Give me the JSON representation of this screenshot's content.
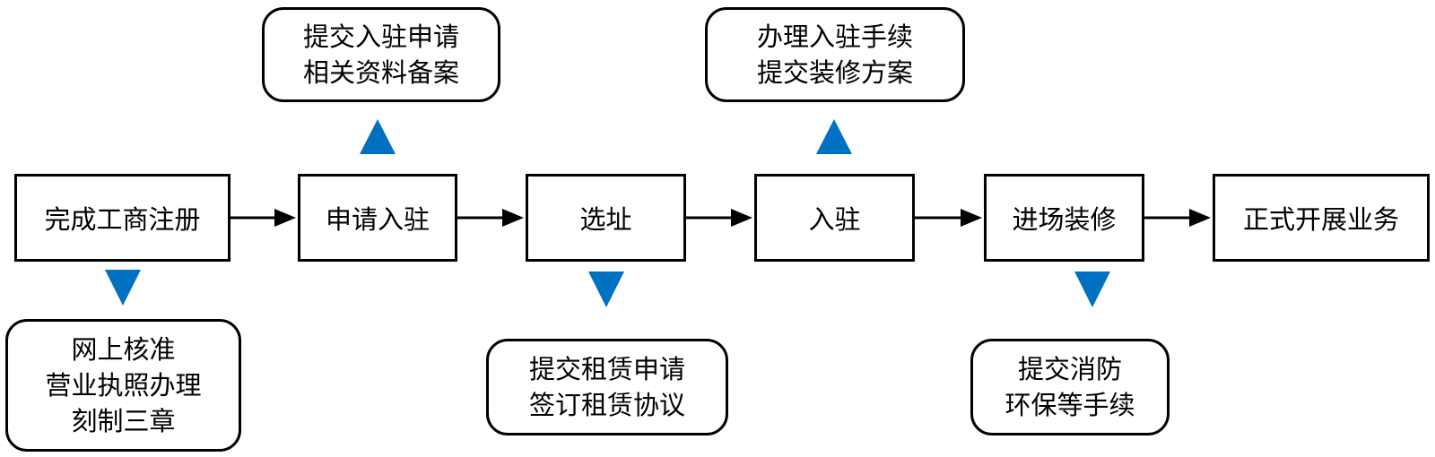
{
  "colors": {
    "line": "#000000",
    "indicator": "#0070C0"
  },
  "steps": [
    {
      "label": "完成工商注册"
    },
    {
      "label": "申请入驻"
    },
    {
      "label": "选址"
    },
    {
      "label": "入驻"
    },
    {
      "label": "进场装修"
    },
    {
      "label": "正式开展业务"
    }
  ],
  "notes": [
    {
      "lines": [
        "网上核准",
        "营业执照办理",
        "刻制三章"
      ]
    },
    {
      "lines": [
        "提交入驻申请",
        "相关资料备案"
      ]
    },
    {
      "lines": [
        "提交租赁申请",
        "签订租赁协议"
      ]
    },
    {
      "lines": [
        "办理入驻手续",
        "提交装修方案"
      ]
    },
    {
      "lines": [
        "提交消防",
        "环保等手续"
      ]
    }
  ]
}
